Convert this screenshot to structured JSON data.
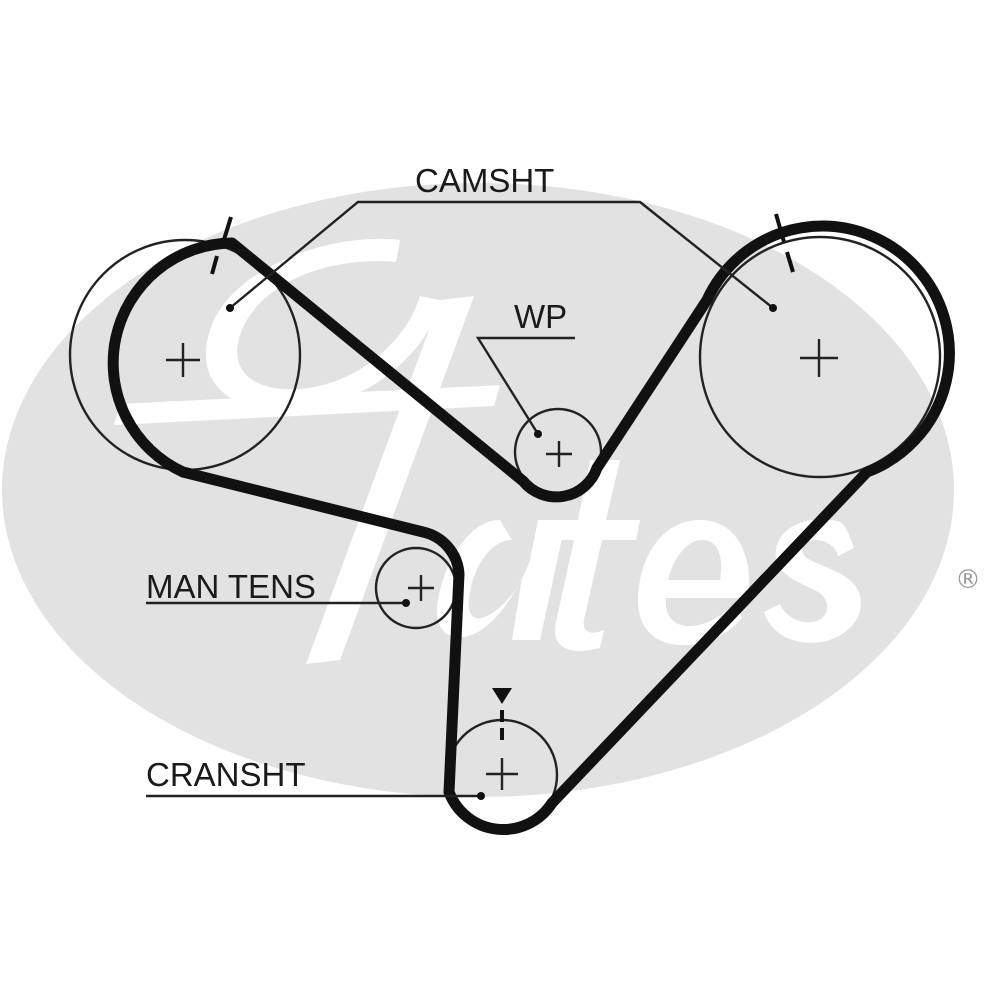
{
  "labels": {
    "camshaft": "CAMSHT",
    "water_pump": "WP",
    "manual_tensioner": "MAN TENS",
    "crankshaft": "CRANSHT"
  },
  "watermark": {
    "text": "Gates",
    "registered_mark": "®",
    "color": "#e2e2e2"
  },
  "colors": {
    "belt": "#111111",
    "line": "#222222",
    "background": "#ffffff"
  }
}
